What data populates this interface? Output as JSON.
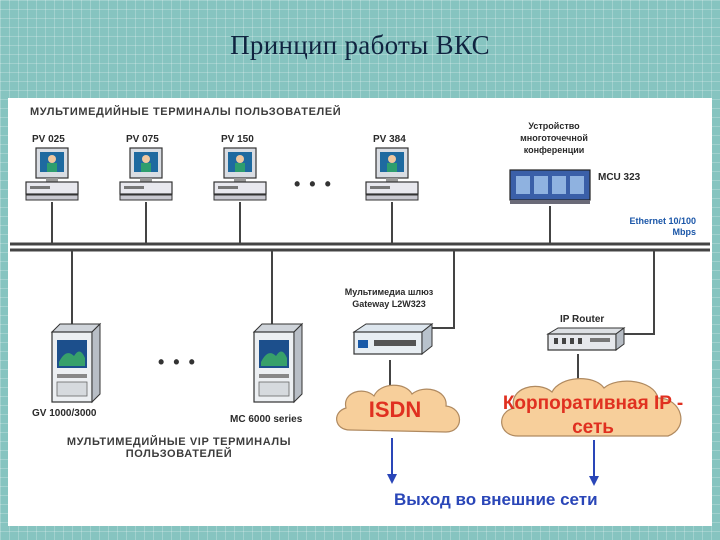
{
  "title": "Принцип работы ВКС",
  "diagram": {
    "group_top": "МУЛЬТИМЕДИЙНЫЕ ТЕРМИНАЛЫ ПОЛЬЗОВАТЕЛЕЙ",
    "terminals": [
      "PV 025",
      "PV 075",
      "PV 150",
      "PV 384"
    ],
    "ellipsis": "• • •",
    "mcu_desc": "Устройство многоточечной конференции",
    "mcu_label": "MCU 323",
    "ethernet": "Ethernet 10/100 Mbps",
    "gateway": "Мультимедиа шлюз Gateway L2W323",
    "router": "IP Router",
    "vip_terminals": [
      "GV 1000/3000",
      "MC 6000 series"
    ],
    "group_bottom": "МУЛЬТИМЕДИЙНЫЕ VIP ТЕРМИНАЛЫ ПОЛЬЗОВАТЕЛЕЙ",
    "isdn": "ISDN",
    "corp_net": "Корпоративная IP - сеть",
    "outlet": "Выход во внешние сети"
  },
  "colors": {
    "cloud_fill": "#f7cf9b",
    "cloud_text": "#e03020",
    "outlet_text": "#2a46b8",
    "bus": "#444444",
    "background": "#86c4c0"
  }
}
